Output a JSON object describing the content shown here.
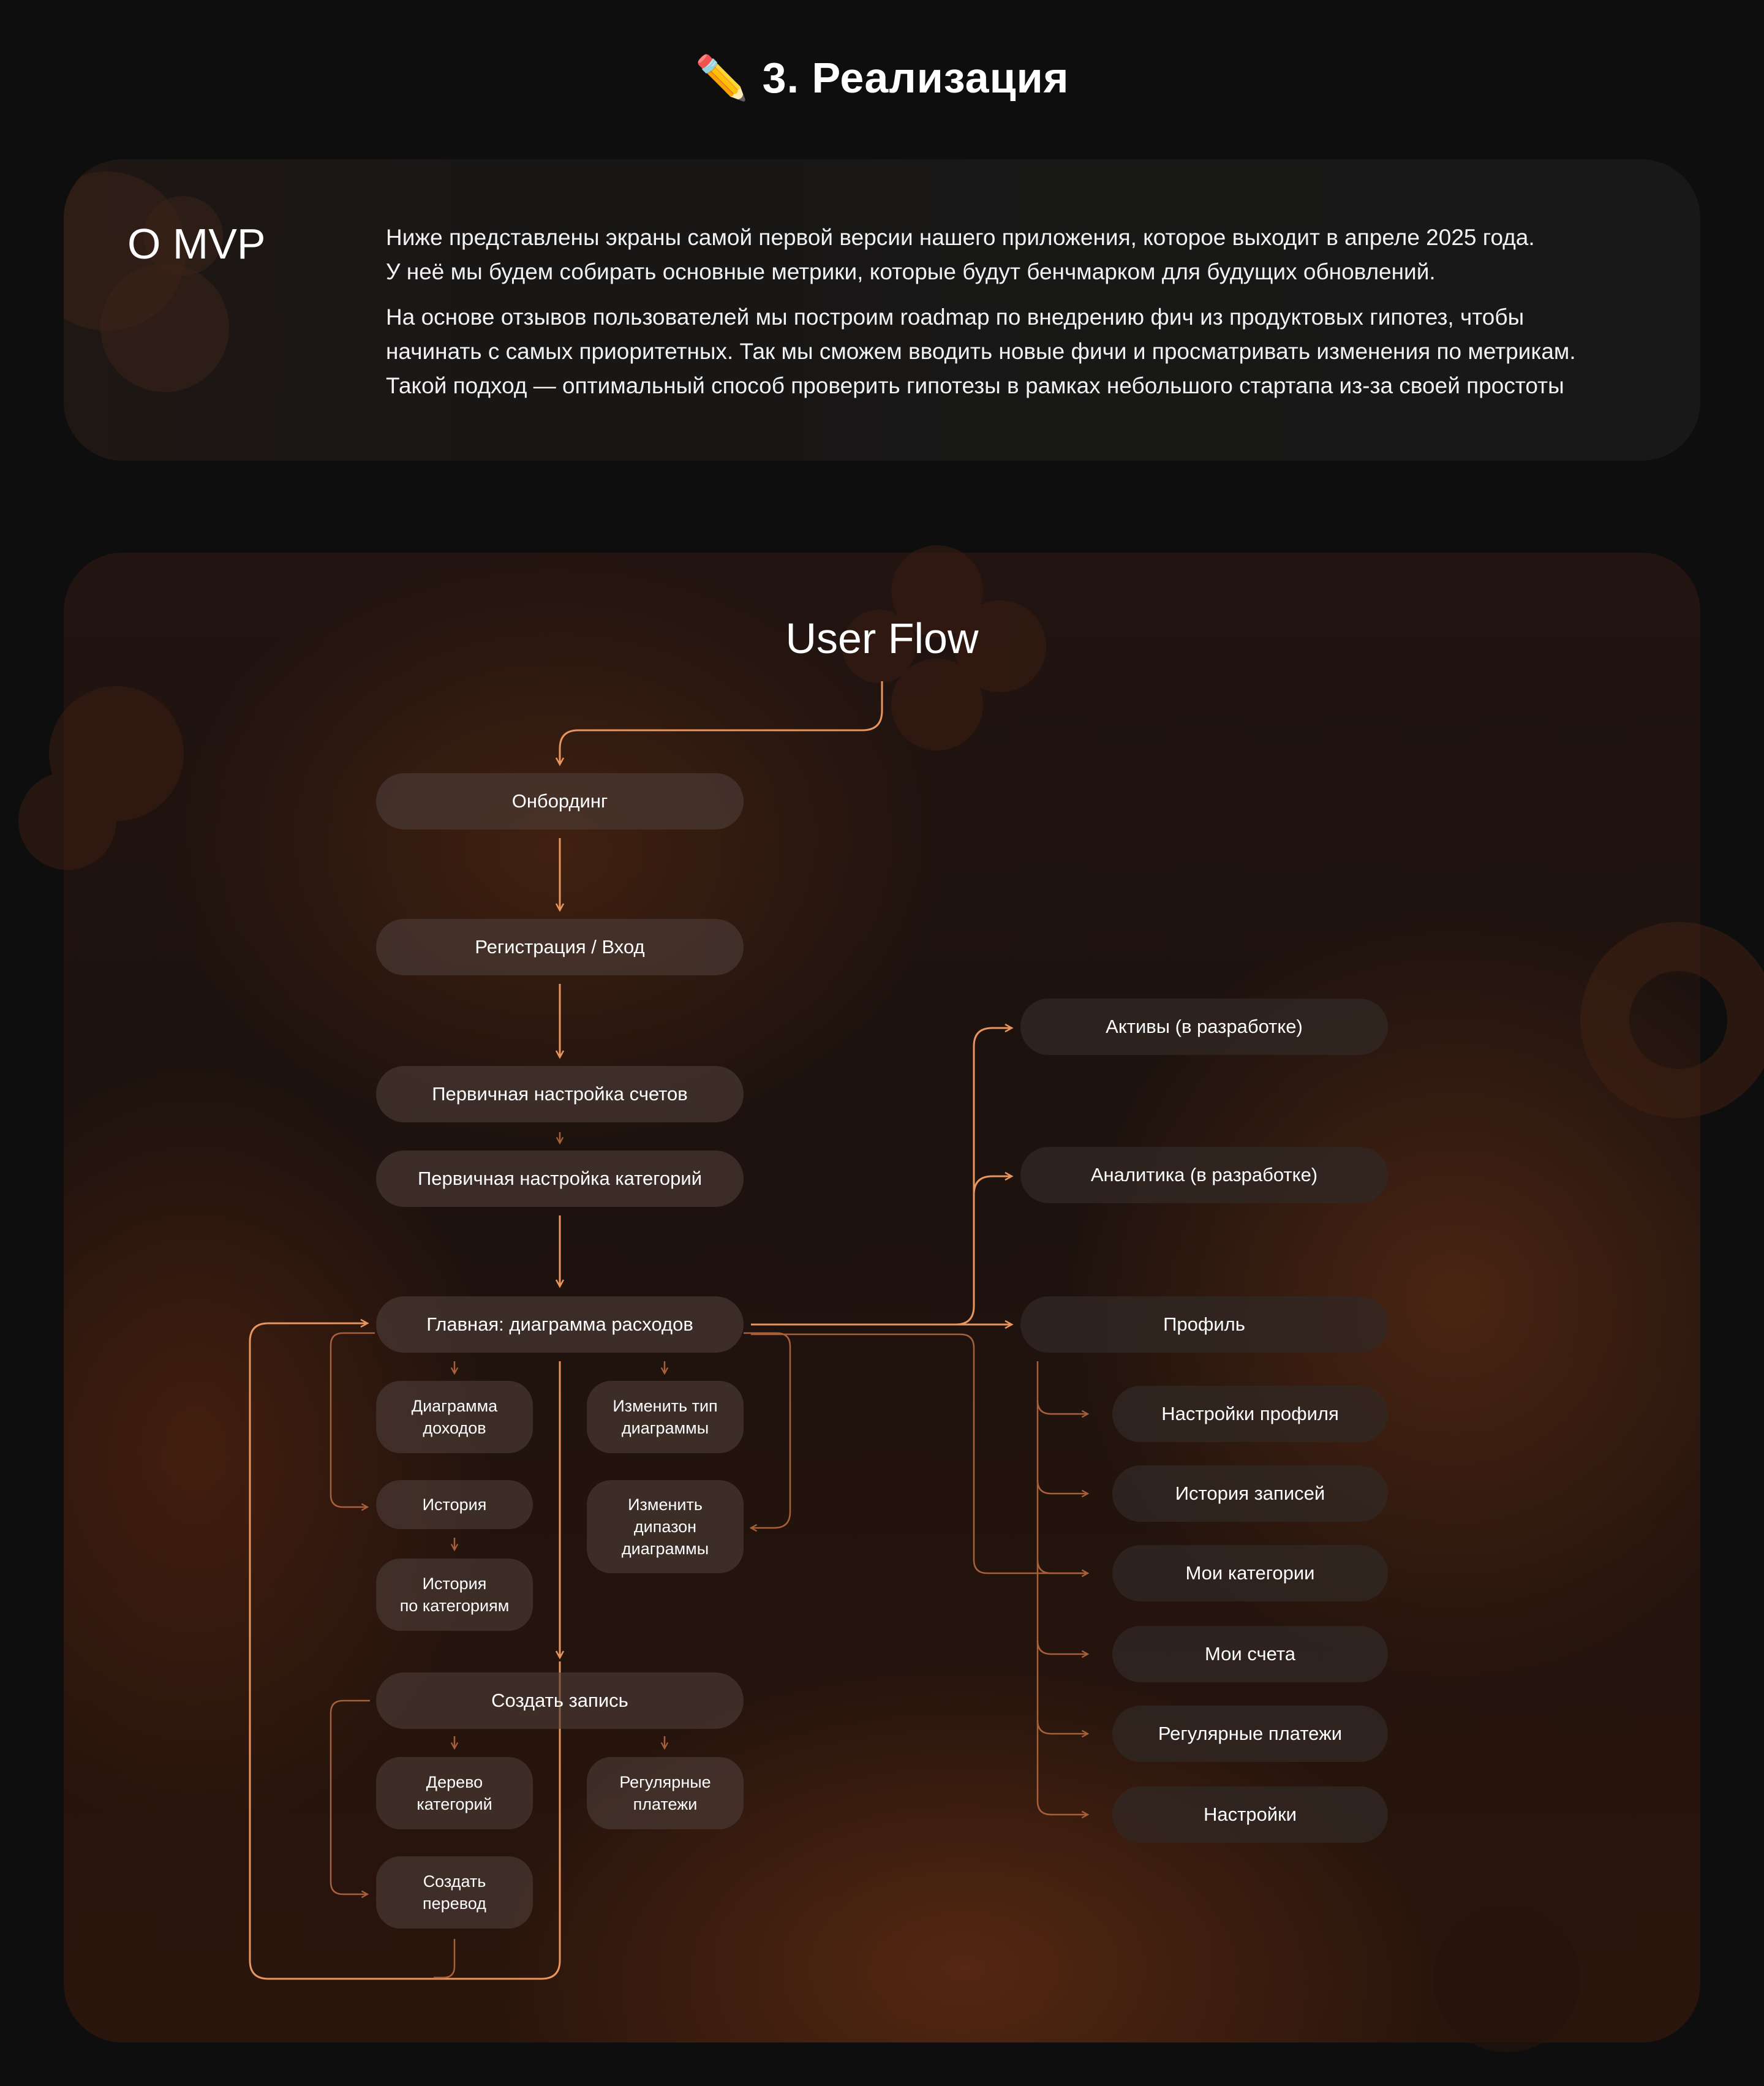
{
  "section": {
    "icon": "pencil-icon",
    "pencil_glyph": "✏️",
    "title": "3. Реализация"
  },
  "about": {
    "title": "О MVP",
    "paragraph1_line1": "Ниже представлены экраны самой первой версии нашего приложения, которое выходит в апреле 2025 года.",
    "paragraph1_line2": "У  неё мы будем собирать основные метрики, которые будут бенчмарком для будущих обновлений.",
    "paragraph2_line1": "На основе отзывов пользователей мы построим roadmap по внедрению фич из продуктовых гипотез, чтобы",
    "paragraph2_line2": "начинать с самых приоритетных. Так мы сможем вводить новые фичи и просматривать изменения по метрикам.",
    "paragraph2_line3": "Такой подход — оптимальный способ проверить гипотезы в рамках небольшого стартапа из-за своей простоты"
  },
  "flow": {
    "title": "User Flow",
    "accent_color": "#e8955e",
    "nodes": {
      "onboarding": "Онбординг",
      "registration": "Регистрация / Вход",
      "accounts_setup": "Первичная настройка счетов",
      "categories_setup": "Первичная настройка категорий",
      "home": "Главная: диаграмма расходов",
      "income_chart_l1": "Диаграмма",
      "income_chart_l2": "доходов",
      "change_type_l1": "Изменить тип",
      "change_type_l2": "диаграммы",
      "history": "История",
      "change_range_l1": "Изменить",
      "change_range_l2": "дипазон",
      "change_range_l3": "диаграммы",
      "history_by_cat_l1": "История",
      "history_by_cat_l2": "по категориям",
      "create_record": "Создать запись",
      "category_tree_l1": "Дерево",
      "category_tree_l2": "категорий",
      "regular_payments_sub_l1": "Регулярные",
      "regular_payments_sub_l2": "платежи",
      "create_transfer_l1": "Создать",
      "create_transfer_l2": "перевод",
      "assets": "Активы (в разработке)",
      "analytics": "Аналитика (в разработке)",
      "profile": "Профиль",
      "profile_settings": "Настройки профиля",
      "records_history": "История записей",
      "my_categories": "Мои категории",
      "my_accounts": "Мои счета",
      "regular_payments": "Регулярные платежи",
      "settings": "Настройки"
    }
  }
}
